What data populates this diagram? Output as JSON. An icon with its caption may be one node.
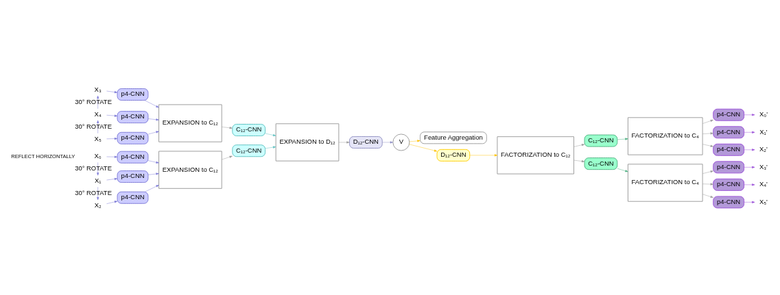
{
  "diagram": {
    "nodes": [
      {
        "text": [
          "X₀"
        ]
      },
      {
        "text": [
          "X₁"
        ]
      },
      {
        "text": [
          "X₂"
        ]
      },
      {
        "text": [
          "X₃"
        ]
      },
      {
        "text": [
          "X₄"
        ]
      },
      {
        "text": [
          "X₅"
        ]
      },
      {
        "text": [
          "p4-CNN"
        ]
      },
      {
        "text": [
          "p4-CNN"
        ]
      },
      {
        "text": [
          "p4-CNN"
        ]
      },
      {
        "text": [
          "p4-CNN"
        ]
      },
      {
        "text": [
          "p4-CNN"
        ]
      },
      {
        "text": [
          "p4-CNN"
        ]
      },
      {
        "text": [
          "EXPANSION to C₁₂"
        ]
      },
      {
        "text": [
          "EXPANSION to C₁₂"
        ]
      },
      {
        "text": [
          "C₁₂-CNN"
        ]
      },
      {
        "text": [
          "C₁₂-CNN"
        ]
      },
      {
        "text": [
          "EXPANSION to D₁₂"
        ]
      },
      {
        "text": [
          "D₁₂-CNN"
        ]
      },
      {
        "text": [
          "V"
        ]
      },
      {
        "text": [
          "Feature Aggregation"
        ]
      },
      {
        "text": [
          "D₁₂-CNN"
        ]
      },
      {
        "text": [
          "FACTORIZATION to C₁₂"
        ]
      },
      {
        "text": [
          "C₁₂-CNN"
        ]
      },
      {
        "text": [
          "C₁₂-CNN"
        ]
      },
      {
        "text": [
          "FACTORIZATION to C₄"
        ]
      },
      {
        "text": [
          "FACTORIZATION to C₄"
        ]
      },
      {
        "text": [
          "p4-CNN"
        ]
      },
      {
        "text": [
          "p4-CNN"
        ]
      },
      {
        "text": [
          "p4-CNN"
        ]
      },
      {
        "text": [
          "p4-CNN"
        ]
      },
      {
        "text": [
          "p4-CNN"
        ]
      },
      {
        "text": [
          "p4-CNN"
        ]
      },
      {
        "text": [
          "X₀'"
        ]
      },
      {
        "text": [
          "X₁'"
        ]
      },
      {
        "text": [
          "X₂'"
        ]
      },
      {
        "text": [
          "X₃'"
        ]
      },
      {
        "text": [
          "X₄'"
        ]
      },
      {
        "text": [
          "X₅'"
        ]
      }
    ],
    "edges": [
      {
        "from": 0,
        "to": 1,
        "arrow": "to",
        "label": "30° ROTATE"
      },
      {
        "from": 1,
        "to": 2,
        "arrow": "to",
        "label": "30° ROTATE"
      },
      {
        "from": 4,
        "to": 3,
        "arrow": "to",
        "label": "30° ROTATE"
      },
      {
        "from": 5,
        "to": 4,
        "arrow": "to",
        "label": "30° ROTATE"
      },
      {
        "from": 0,
        "to": 6,
        "arrow": "to"
      },
      {
        "from": 1,
        "to": 7,
        "arrow": "to"
      },
      {
        "from": 2,
        "to": 8,
        "arrow": "to"
      },
      {
        "from": 3,
        "to": 9,
        "arrow": "to"
      },
      {
        "from": 4,
        "to": 10,
        "arrow": "to"
      },
      {
        "from": 5,
        "to": 11,
        "arrow": "to"
      },
      {
        "from": 6,
        "to": 12,
        "arrow": "to"
      },
      {
        "from": 7,
        "to": 12,
        "arrow": "to"
      },
      {
        "from": 8,
        "to": 12,
        "arrow": "to"
      },
      {
        "from": 9,
        "to": 13,
        "arrow": "to"
      },
      {
        "from": 10,
        "to": 13,
        "arrow": "to"
      },
      {
        "from": 11,
        "to": 13,
        "arrow": "to"
      },
      {
        "from": 12,
        "to": 14,
        "arrow": "to",
        "color": "#999999"
      },
      {
        "from": 13,
        "to": 15,
        "arrow": "to",
        "color": "#999999"
      },
      {
        "from": 14,
        "to": 16,
        "arrow": "to",
        "color": "#5bbfbf"
      },
      {
        "from": 15,
        "to": 16,
        "arrow": "to",
        "color": "#5bbfbf"
      },
      {
        "from": 16,
        "to": 17,
        "arrow": "to",
        "color": "#999999"
      },
      {
        "from": 17,
        "to": 18,
        "arrow": "to",
        "color": "#8a8ac4"
      },
      {
        "from": 18,
        "to": 20,
        "arrow": "to",
        "color": "#ffc000"
      },
      {
        "from": 18,
        "to": 19,
        "arrow": "to",
        "color": "#ffc000"
      },
      {
        "from": 20,
        "to": 21,
        "arrow": "to",
        "color": "#ffc000"
      },
      {
        "from": 21,
        "to": 22,
        "arrow": "to",
        "color": "#999999"
      },
      {
        "from": 21,
        "to": 23,
        "arrow": "to",
        "color": "#999999"
      },
      {
        "from": 22,
        "to": 24,
        "arrow": "to",
        "color": "#4caf80"
      },
      {
        "from": 23,
        "to": 25,
        "arrow": "to",
        "color": "#4caf80"
      },
      {
        "from": 24,
        "to": 26,
        "arrow": "to",
        "color": "#999999"
      },
      {
        "from": 24,
        "to": 27,
        "arrow": "to",
        "color": "#999999"
      },
      {
        "from": 24,
        "to": 28,
        "arrow": "to",
        "color": "#999999"
      },
      {
        "from": 25,
        "to": 29,
        "arrow": "to",
        "color": "#999999"
      },
      {
        "from": 25,
        "to": 30,
        "arrow": "to",
        "color": "#999999"
      },
      {
        "from": 25,
        "to": 31,
        "arrow": "to",
        "color": "#999999"
      },
      {
        "from": 26,
        "to": 32,
        "arrow": "to",
        "color": "#9b4fd9"
      },
      {
        "from": 27,
        "to": 33,
        "arrow": "to",
        "color": "#9b4fd9"
      },
      {
        "from": 28,
        "to": 34,
        "arrow": "to",
        "color": "#9b4fd9"
      },
      {
        "from": 29,
        "to": 35,
        "arrow": "to",
        "color": "#9b4fd9"
      },
      {
        "from": 30,
        "to": 36,
        "arrow": "to",
        "color": "#9b4fd9"
      },
      {
        "from": 31,
        "to": 37,
        "arrow": "to",
        "color": "#9b4fd9"
      }
    ],
    "labels": [
      "REFLECT HORIZONTALLY"
    ]
  }
}
